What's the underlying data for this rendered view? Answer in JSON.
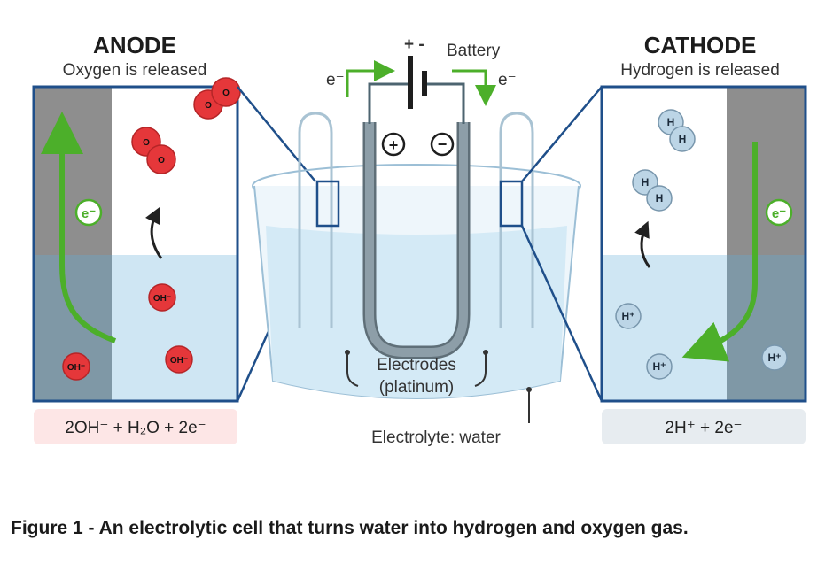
{
  "anode": {
    "title": "ANODE",
    "subtitle": "Oxygen is released",
    "equation": "2OH⁻ + H₂O + 2e⁻"
  },
  "cathode": {
    "title": "CATHODE",
    "subtitle": "Hydrogen is released",
    "equation": "2H⁺ + 2e⁻"
  },
  "battery": {
    "label": "Battery",
    "polarity": "+ -"
  },
  "electron_label": "e⁻",
  "electron_badge": "e⁻",
  "electrodes": {
    "line1": "Electrodes",
    "line2": "(platinum)"
  },
  "electrolyte_label": "Electrolyte: water",
  "terminal_plus": "+",
  "terminal_minus": "−",
  "ions": {
    "hydroxide": "OH⁻",
    "hydrogen_ion": "H⁺",
    "oxygen_atom": "O",
    "hydrogen_atom": "H"
  },
  "caption": "Figure 1 - An electrolytic cell that turns water into hydrogen and oxygen gas.",
  "colors": {
    "frame": "#1f4f8a",
    "electrode_gray": "#8e8e8e",
    "water": "#cfe6f3",
    "water_under_electrode": "#7f98a6",
    "electron_green": "#4caf2a",
    "oxygen_red": "#e5373a",
    "hydrogen_blue": "#bcd5e6",
    "anode_eq_bg": "#fde6e6",
    "cathode_eq_bg": "#e7ecf0"
  }
}
